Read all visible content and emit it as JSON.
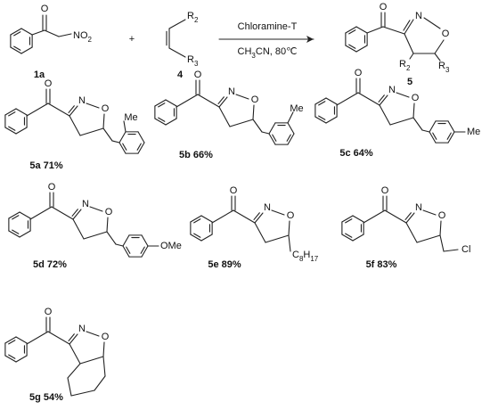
{
  "reaction": {
    "reactant_a_label": "1a",
    "reactant_b_label": "4",
    "product_label": "5",
    "plus": "+",
    "reagent": "Chloramine-T",
    "conditions": "CH3CN, 80℃",
    "nitro_group": "NO2",
    "oxo_atom": "O",
    "alkene_r2": "R2",
    "alkene_r3": "R3",
    "product_n": "N",
    "product_o": "O",
    "product_r2": "R2",
    "product_r3": "R3"
  },
  "products": [
    {
      "caption": "5a 71%",
      "substituent": "Me"
    },
    {
      "caption": "5b  66%",
      "substituent": "Me"
    },
    {
      "caption": "5c 64%",
      "substituent": "Me"
    },
    {
      "caption": "5d 72%",
      "substituent": "OMe"
    },
    {
      "caption": "5e 89%",
      "substituent": "C8H17"
    },
    {
      "caption": "5f 83%",
      "substituent": "Cl"
    },
    {
      "caption": "5g 54%",
      "substituent": ""
    }
  ],
  "atoms": {
    "N": "N",
    "O": "O"
  }
}
